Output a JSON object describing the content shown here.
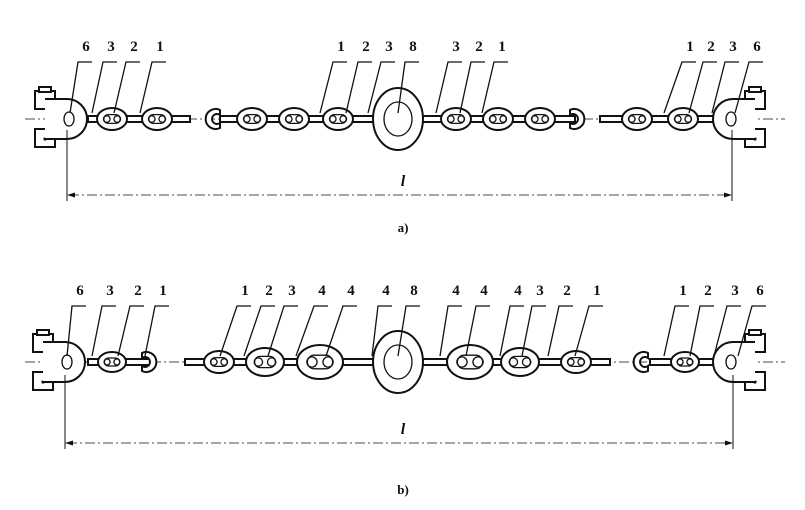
{
  "diagrams": [
    {
      "caption": "a)",
      "dimension_label": "l",
      "labels": [
        "6",
        "3",
        "2",
        "1",
        "1",
        "2",
        "3",
        "8",
        "3",
        "2",
        "1",
        "1",
        "2",
        "3",
        "6"
      ]
    },
    {
      "caption": "b)",
      "dimension_label": "l",
      "labels": [
        "6",
        "3",
        "2",
        "1",
        "1",
        "2",
        "3",
        "4",
        "4",
        "4",
        "8",
        "4",
        "4",
        "4",
        "3",
        "2",
        "1",
        "1",
        "2",
        "3",
        "6"
      ]
    }
  ]
}
